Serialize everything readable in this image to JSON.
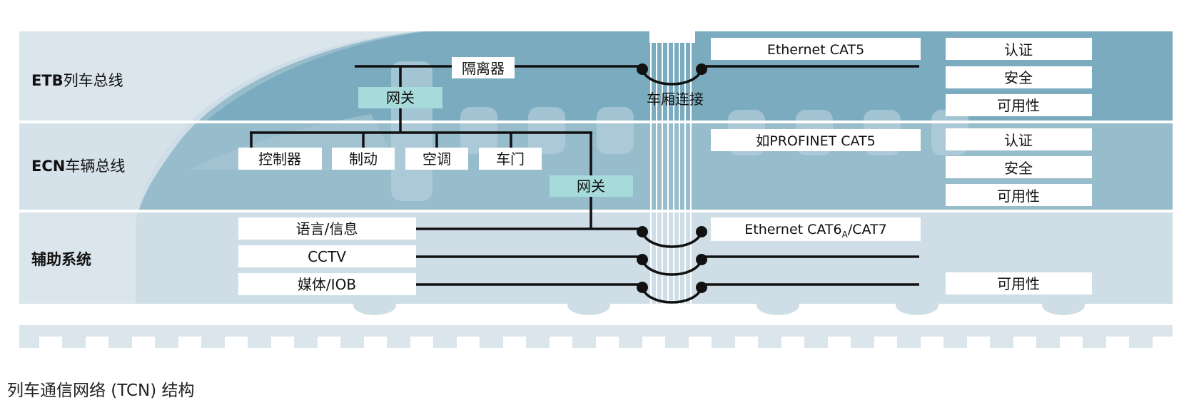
{
  "rows": [
    {
      "label_bold": "ETB",
      "label_rest": "列车总线"
    },
    {
      "label_bold": "ECN",
      "label_rest": "车辆总线"
    },
    {
      "label_bold": "",
      "label_rest": "辅助系统"
    }
  ],
  "etb": {
    "isolator": "隔离器",
    "gateway": "网关",
    "coupling": "车厢连接",
    "cable": "Ethernet CAT5",
    "attributes": [
      "认证",
      "安全",
      "可用性"
    ]
  },
  "ecn": {
    "devices": [
      "控制器",
      "制动",
      "空调",
      "车门"
    ],
    "gateway": "网关",
    "cable": "如PROFINET CAT5",
    "attributes": [
      "认证",
      "安全",
      "可用性"
    ]
  },
  "aux": {
    "systems": [
      "语言/信息",
      "CCTV",
      "媒体/IOB"
    ],
    "cable_main": "Ethernet CAT6",
    "cable_sub": "A",
    "cable_tail": "/CAT7",
    "attributes": [
      "可用性"
    ]
  },
  "caption": "列车通信网络 (TCN) 结构",
  "colors": {
    "band_light": "#dbe5ec",
    "band_mid": "#c8d8e2",
    "train_dark": "#7aabbf",
    "train_mid": "#97bccc",
    "train_light": "#cfdee6",
    "gateway": "#a6dadb",
    "line": "#111111"
  }
}
